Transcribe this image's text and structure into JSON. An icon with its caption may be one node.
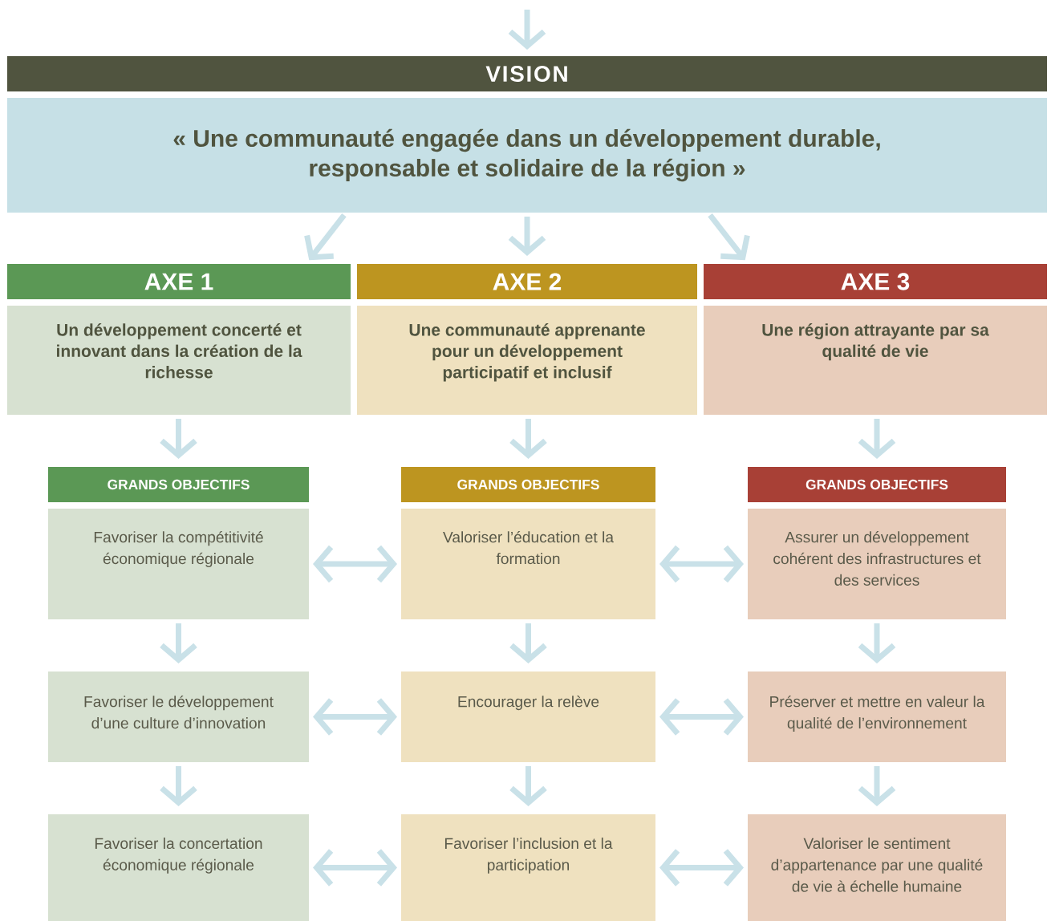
{
  "diagram": {
    "nodes": [
      {
        "text": [
          "VISION"
        ]
      },
      {
        "text": [
          "« Une communauté engagée dans un développement durable, responsable et solidaire de la région »"
        ]
      },
      {
        "text": [
          "AXE 1"
        ]
      },
      {
        "text": [
          "Un développement concerté et innovant dans la création de la richesse"
        ]
      },
      {
        "text": [
          "AXE 2"
        ]
      },
      {
        "text": [
          "Une communauté apprenante pour un développement participatif et inclusif"
        ]
      },
      {
        "text": [
          "AXE 3"
        ]
      },
      {
        "text": [
          "Une région attrayante par sa qualité de vie"
        ]
      },
      {
        "text": [
          "GRANDS OBJECTIFS"
        ]
      },
      {
        "text": [
          "GRANDS OBJECTIFS"
        ]
      },
      {
        "text": [
          "GRANDS OBJECTIFS"
        ]
      },
      {
        "text": [
          "Favoriser la compétitivité économique régionale"
        ]
      },
      {
        "text": [
          "Valoriser l’éducation et la formation"
        ]
      },
      {
        "text": [
          "Assurer un développement cohérent des infrastructures et des services"
        ]
      },
      {
        "text": [
          "Favoriser le développement d’une culture d’innovation"
        ]
      },
      {
        "text": [
          "Encourager la relève"
        ]
      },
      {
        "text": [
          "Préserver et mettre en valeur la qualité de l’environnement"
        ]
      },
      {
        "text": [
          "Favoriser la concertation économique régionale"
        ]
      },
      {
        "text": [
          "Favoriser l’inclusion et la participation"
        ]
      },
      {
        "text": [
          "Valoriser le sentiment d’appartenance par une qualité de vie à échelle humaine"
        ]
      }
    ],
    "edges": [
      {
        "from": null,
        "to": 0,
        "arrow": "to"
      },
      {
        "from": 1,
        "to": 2,
        "arrow": "to"
      },
      {
        "from": 1,
        "to": 4,
        "arrow": "to"
      },
      {
        "from": 1,
        "to": 6,
        "arrow": "to"
      },
      {
        "from": 3,
        "to": 8,
        "arrow": "to"
      },
      {
        "from": 5,
        "to": 9,
        "arrow": "to"
      },
      {
        "from": 7,
        "to": 10,
        "arrow": "to"
      },
      {
        "from": 11,
        "to": 12,
        "arrow": "both"
      },
      {
        "from": 12,
        "to": 13,
        "arrow": "both"
      },
      {
        "from": 11,
        "to": 14,
        "arrow": "to"
      },
      {
        "from": 12,
        "to": 15,
        "arrow": "to"
      },
      {
        "from": 13,
        "to": 16,
        "arrow": "to"
      },
      {
        "from": 14,
        "to": 15,
        "arrow": "both"
      },
      {
        "from": 15,
        "to": 16,
        "arrow": "both"
      },
      {
        "from": 14,
        "to": 17,
        "arrow": "to"
      },
      {
        "from": 15,
        "to": 18,
        "arrow": "to"
      },
      {
        "from": 16,
        "to": 19,
        "arrow": "to"
      },
      {
        "from": 17,
        "to": 18,
        "arrow": "both"
      },
      {
        "from": 18,
        "to": 19,
        "arrow": "both"
      }
    ]
  }
}
